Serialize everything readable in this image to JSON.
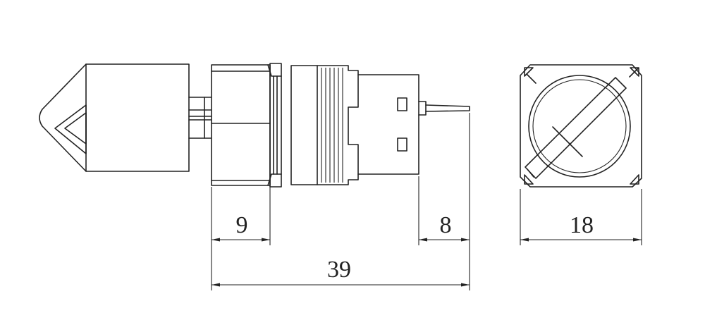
{
  "dimensions": {
    "front_depth": "9",
    "terminal_length": "8",
    "overall_length": "39",
    "width": "18"
  },
  "colors": {
    "line": "#222222",
    "background": "#ffffff"
  }
}
